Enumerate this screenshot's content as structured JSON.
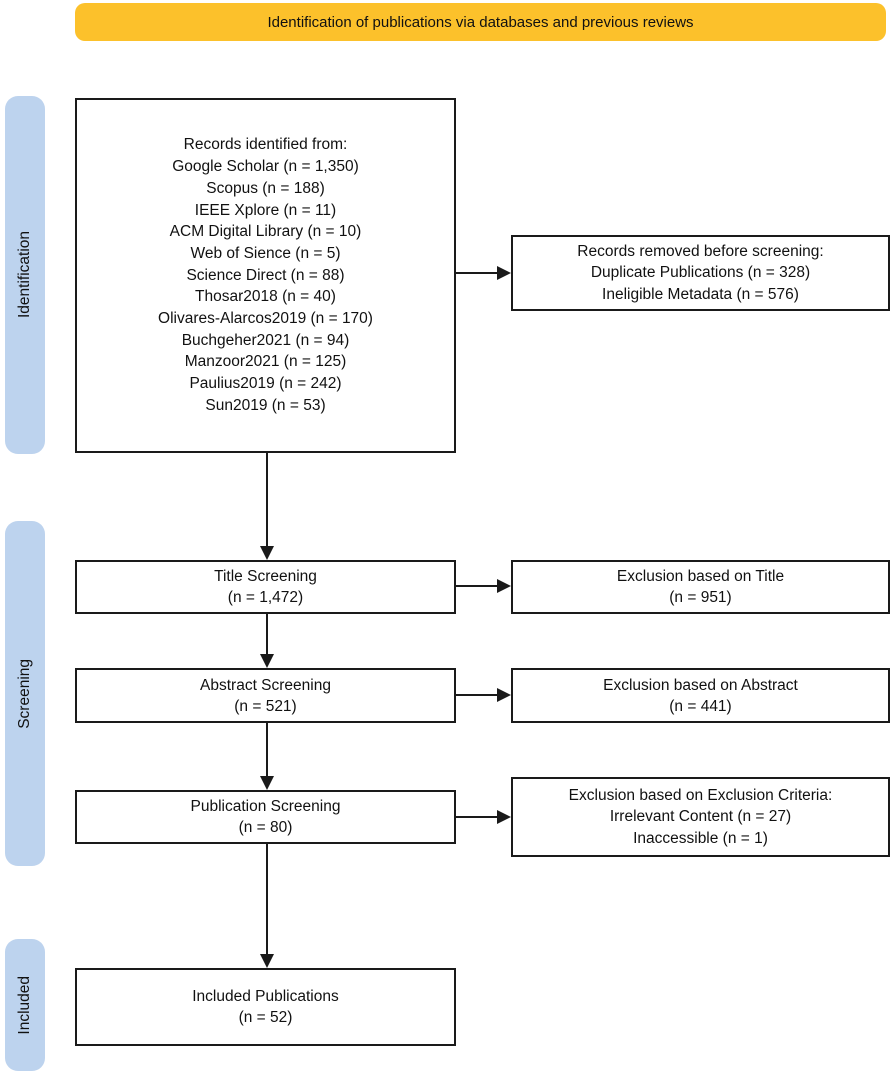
{
  "banner": {
    "label": "Identification of publications via databases and previous reviews"
  },
  "colors": {
    "banner_bg": "#FCC12B",
    "stage_bg": "#BDD3EE",
    "line": "#1A1A1A"
  },
  "stages": {
    "identification": "Identification",
    "screening": "Screening",
    "included": "Included"
  },
  "boxes": {
    "records_identified": {
      "lines": [
        "Records identified from:",
        "Google Scholar (n = 1,350)",
        "Scopus (n = 188)",
        "IEEE Xplore (n = 11)",
        "ACM Digital Library (n = 10)",
        "Web of Sience (n = 5)",
        "Science Direct (n = 88)",
        "Thosar2018 (n = 40)",
        "Olivares-Alarcos2019 (n = 170)",
        "Buchgeher2021 (n = 94)",
        "Manzoor2021 (n = 125)",
        "Paulius2019 (n = 242)",
        "Sun2019 (n = 53)"
      ]
    },
    "records_removed": {
      "lines": [
        "Records removed before screening:",
        "Duplicate Publications (n = 328)",
        "Ineligible Metadata (n = 576)"
      ]
    },
    "title_screening": {
      "lines": [
        "Title Screening",
        "(n = 1,472)"
      ]
    },
    "exclusion_title": {
      "lines": [
        "Exclusion based on Title",
        "(n = 951)"
      ]
    },
    "abstract_screening": {
      "lines": [
        "Abstract Screening",
        "(n = 521)"
      ]
    },
    "exclusion_abstract": {
      "lines": [
        "Exclusion based on Abstract",
        "(n = 441)"
      ]
    },
    "publication_screening": {
      "lines": [
        "Publication Screening",
        "(n = 80)"
      ]
    },
    "exclusion_criteria": {
      "lines": [
        "Exclusion based on Exclusion Criteria:",
        "Irrelevant Content (n = 27)",
        "Inaccessible (n = 1)"
      ]
    },
    "included_publications": {
      "lines": [
        "Included Publications",
        "(n = 52)"
      ]
    }
  }
}
